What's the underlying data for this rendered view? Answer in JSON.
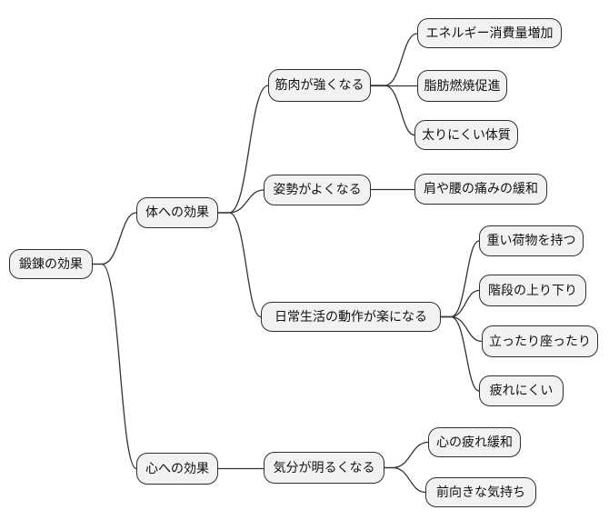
{
  "mindmap": {
    "type": "mindmap",
    "style": {
      "background": "#ffffff",
      "node_fill": "#f2f2f2",
      "node_border": "#2e2e2e",
      "edge_color": "#333333",
      "text_color": "#111111"
    },
    "nodes": {
      "root": "鍛錬の効果",
      "body": "体への効果",
      "mind": "心への効果",
      "muscle": "筋肉が強くなる",
      "posture": "姿勢がよくなる",
      "daily": "日常生活の動作が楽になる",
      "energy": "エネルギー消費量増加",
      "fat": "脂肪燃焼促進",
      "slim": "太りにくい体質",
      "pain": "肩や腰の痛みの緩和",
      "heavy": "重い荷物を持つ",
      "stairs": "階段の上り下り",
      "standsit": "立ったり座ったり",
      "tired": "疲れにくい",
      "mood": "気分が明るくなる",
      "mental": "心の疲れ緩和",
      "positive": "前向きな気持ち"
    },
    "edges": [
      [
        "root",
        "body"
      ],
      [
        "root",
        "mind"
      ],
      [
        "body",
        "muscle"
      ],
      [
        "body",
        "posture"
      ],
      [
        "body",
        "daily"
      ],
      [
        "muscle",
        "energy"
      ],
      [
        "muscle",
        "fat"
      ],
      [
        "muscle",
        "slim"
      ],
      [
        "posture",
        "pain"
      ],
      [
        "daily",
        "heavy"
      ],
      [
        "daily",
        "stairs"
      ],
      [
        "daily",
        "standsit"
      ],
      [
        "daily",
        "tired"
      ],
      [
        "mind",
        "mood"
      ],
      [
        "mood",
        "mental"
      ],
      [
        "mood",
        "positive"
      ]
    ]
  }
}
